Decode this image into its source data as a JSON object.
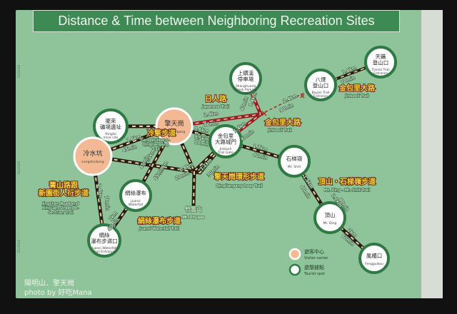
{
  "title": "Distance & Time between Neighboring Recreation Sites",
  "colors": {
    "board": "#8fc39a",
    "banner": "#3e8a55",
    "visitor_center": "#f3b994",
    "tourist_spot": "#ffffff",
    "node_ring": "#2f7a44",
    "trail": "#2a1a14",
    "trail_dash": "#e8d9a0",
    "japanese_trail": "#9b1f22",
    "trail_name": "#f2d13a"
  },
  "sites": [
    {
      "id": "shanghuang",
      "name_zh": "上磺溪\n停車場",
      "name_en": "Shanghuang\nCreek Parking\nLot",
      "kind": "tourist_spot"
    },
    {
      "id": "tianlai",
      "name_zh": "天籟\n登山口",
      "name_en": "Tianlai Trail\nEntrance",
      "kind": "tourist_spot"
    },
    {
      "id": "bayan",
      "name_zh": "八煙\n登山口",
      "name_en": "Bayan Trail\nEntrance",
      "kind": "tourist_spot"
    },
    {
      "id": "yonglai",
      "name_zh": "擺來\n礦場遺址",
      "name_en": "Yonglai\nmine site",
      "kind": "tourist_spot"
    },
    {
      "id": "qingtiangang",
      "name_zh": "擎天崗",
      "name_en": "Qingtiangang",
      "kind": "visitor_center"
    },
    {
      "id": "jinbaoli",
      "name_zh": "金包里\n大路城門",
      "name_en": "Jinbaoli\nTrail Gate",
      "kind": "tourist_spot"
    },
    {
      "id": "lengshuikeng",
      "name_zh": "冷水坑",
      "name_en": "Lengshuikeng",
      "kind": "visitor_center"
    },
    {
      "id": "shilt",
      "name_zh": "石梯嶺",
      "name_en": "Mt. Shilt",
      "kind": "tourist_spot"
    },
    {
      "id": "juansi_waterfall",
      "name_zh": "絹絲瀑布",
      "name_en": "Juansi\nWaterfall",
      "kind": "tourist_spot"
    },
    {
      "id": "zhugao",
      "name_zh": "竹篙山",
      "name_en": "Mt. Zhugao",
      "kind": "label_only"
    },
    {
      "id": "ding",
      "name_zh": "頂山",
      "name_en": "Mt. Ding",
      "kind": "tourist_spot"
    },
    {
      "id": "juansi_entrance",
      "name_zh": "絹絲\n瀑布步道口",
      "name_en": "Juansi Waterfall\nTrail Entrance",
      "kind": "tourist_spot"
    },
    {
      "id": "fengguikou",
      "name_zh": "風櫃口",
      "name_en": "Fengguikou",
      "kind": "tourist_spot"
    }
  ],
  "trails": [
    {
      "zh": "日人路",
      "en": "Japanese Trail"
    },
    {
      "zh": "金包里大路",
      "en": "Jinbaoli Trail"
    },
    {
      "zh": "金包里大路",
      "en": "Jinbaoli Trail"
    },
    {
      "zh": "冷擎步道",
      "en": "Lengshuikeng-\nQingtiangang\nTrail"
    },
    {
      "zh": "擎天崗環形步道",
      "en": "Qingtiangang Loop Trail"
    },
    {
      "zh": "頂山・石梯嶺步道",
      "en": "Mt. Ding - Mt. Shilt Trail"
    },
    {
      "zh": "絹絲瀑布步道",
      "en": "Juansi Waterfall Trail"
    },
    {
      "zh": "菁山路跟\n新園街人行步道",
      "en": "Jingshan Road and\nXinyuan Street Pe-\ndestrian Trail"
    }
  ],
  "segments": [
    {
      "distance": "2.4km",
      "time": "90min"
    },
    {
      "distance": "2.4km",
      "time": "90min"
    },
    {
      "distance": "1.4km",
      "time": "40min"
    },
    {
      "distance": "1.8km",
      "time": "70min"
    },
    {
      "distance": "1.4km",
      "time": "60min"
    },
    {
      "distance": "0.6km",
      "time": "10min"
    },
    {
      "distance": "0.5km",
      "time": "10min"
    },
    {
      "distance": "1.7km",
      "time": "40min"
    },
    {
      "distance": "1.6km",
      "time": "45min"
    },
    {
      "distance": "2.4km",
      "time": "45min"
    },
    {
      "distance": "1.7km",
      "time": "45min"
    },
    {
      "distance": "0.8km",
      "time": "20min"
    },
    {
      "distance": "1.1km",
      "time": "30min"
    },
    {
      "distance": "2.4km",
      "time": "70min"
    },
    {
      "distance": "1km",
      "time": "40min"
    },
    {
      "distance": "1.5km",
      "time": "40min"
    },
    {
      "distance": "2.1km",
      "time": "80min"
    },
    {
      "distance": "2km",
      "time": "60min"
    }
  ],
  "legend": [
    {
      "zh": "遊客中心",
      "en": "Visitor center",
      "kind": "visitor_center"
    },
    {
      "zh": "遊憩據點",
      "en": "Tourist spot",
      "kind": "tourist_spot"
    }
  ],
  "side_ticks": [
    "21(5000",
    "21(4000",
    "21(3000"
  ],
  "watermark": {
    "line1": "陽明山．擎天崗",
    "line2": "photo by 好吃Mana"
  }
}
